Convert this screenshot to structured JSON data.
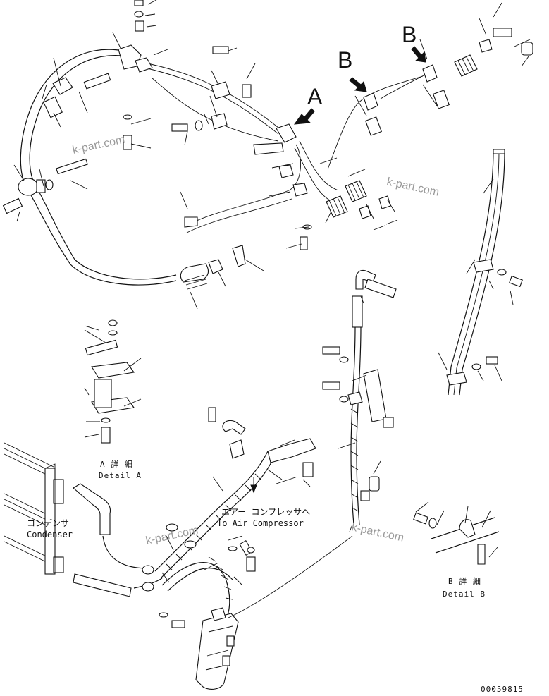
{
  "labels": {
    "view_a": "A",
    "view_b_left": "B",
    "view_b_right": "B",
    "detail_a_jp": "A 詳 細",
    "detail_a_en": "Detail A",
    "detail_b_jp": "B 詳 細",
    "detail_b_en": "Detail B",
    "condenser_jp": "コンデンサ",
    "condenser_en": "Condenser",
    "compressor_jp": "エアー コンプレッサへ",
    "compressor_en": "To Air Compressor",
    "doc_number": "00059815"
  },
  "watermarks": [
    "k-part.com",
    "k-part.com",
    "k-part.com",
    "k-part.com"
  ],
  "colors": {
    "line": "#111111",
    "watermark": "#9a9a9a",
    "background": "#ffffff"
  }
}
